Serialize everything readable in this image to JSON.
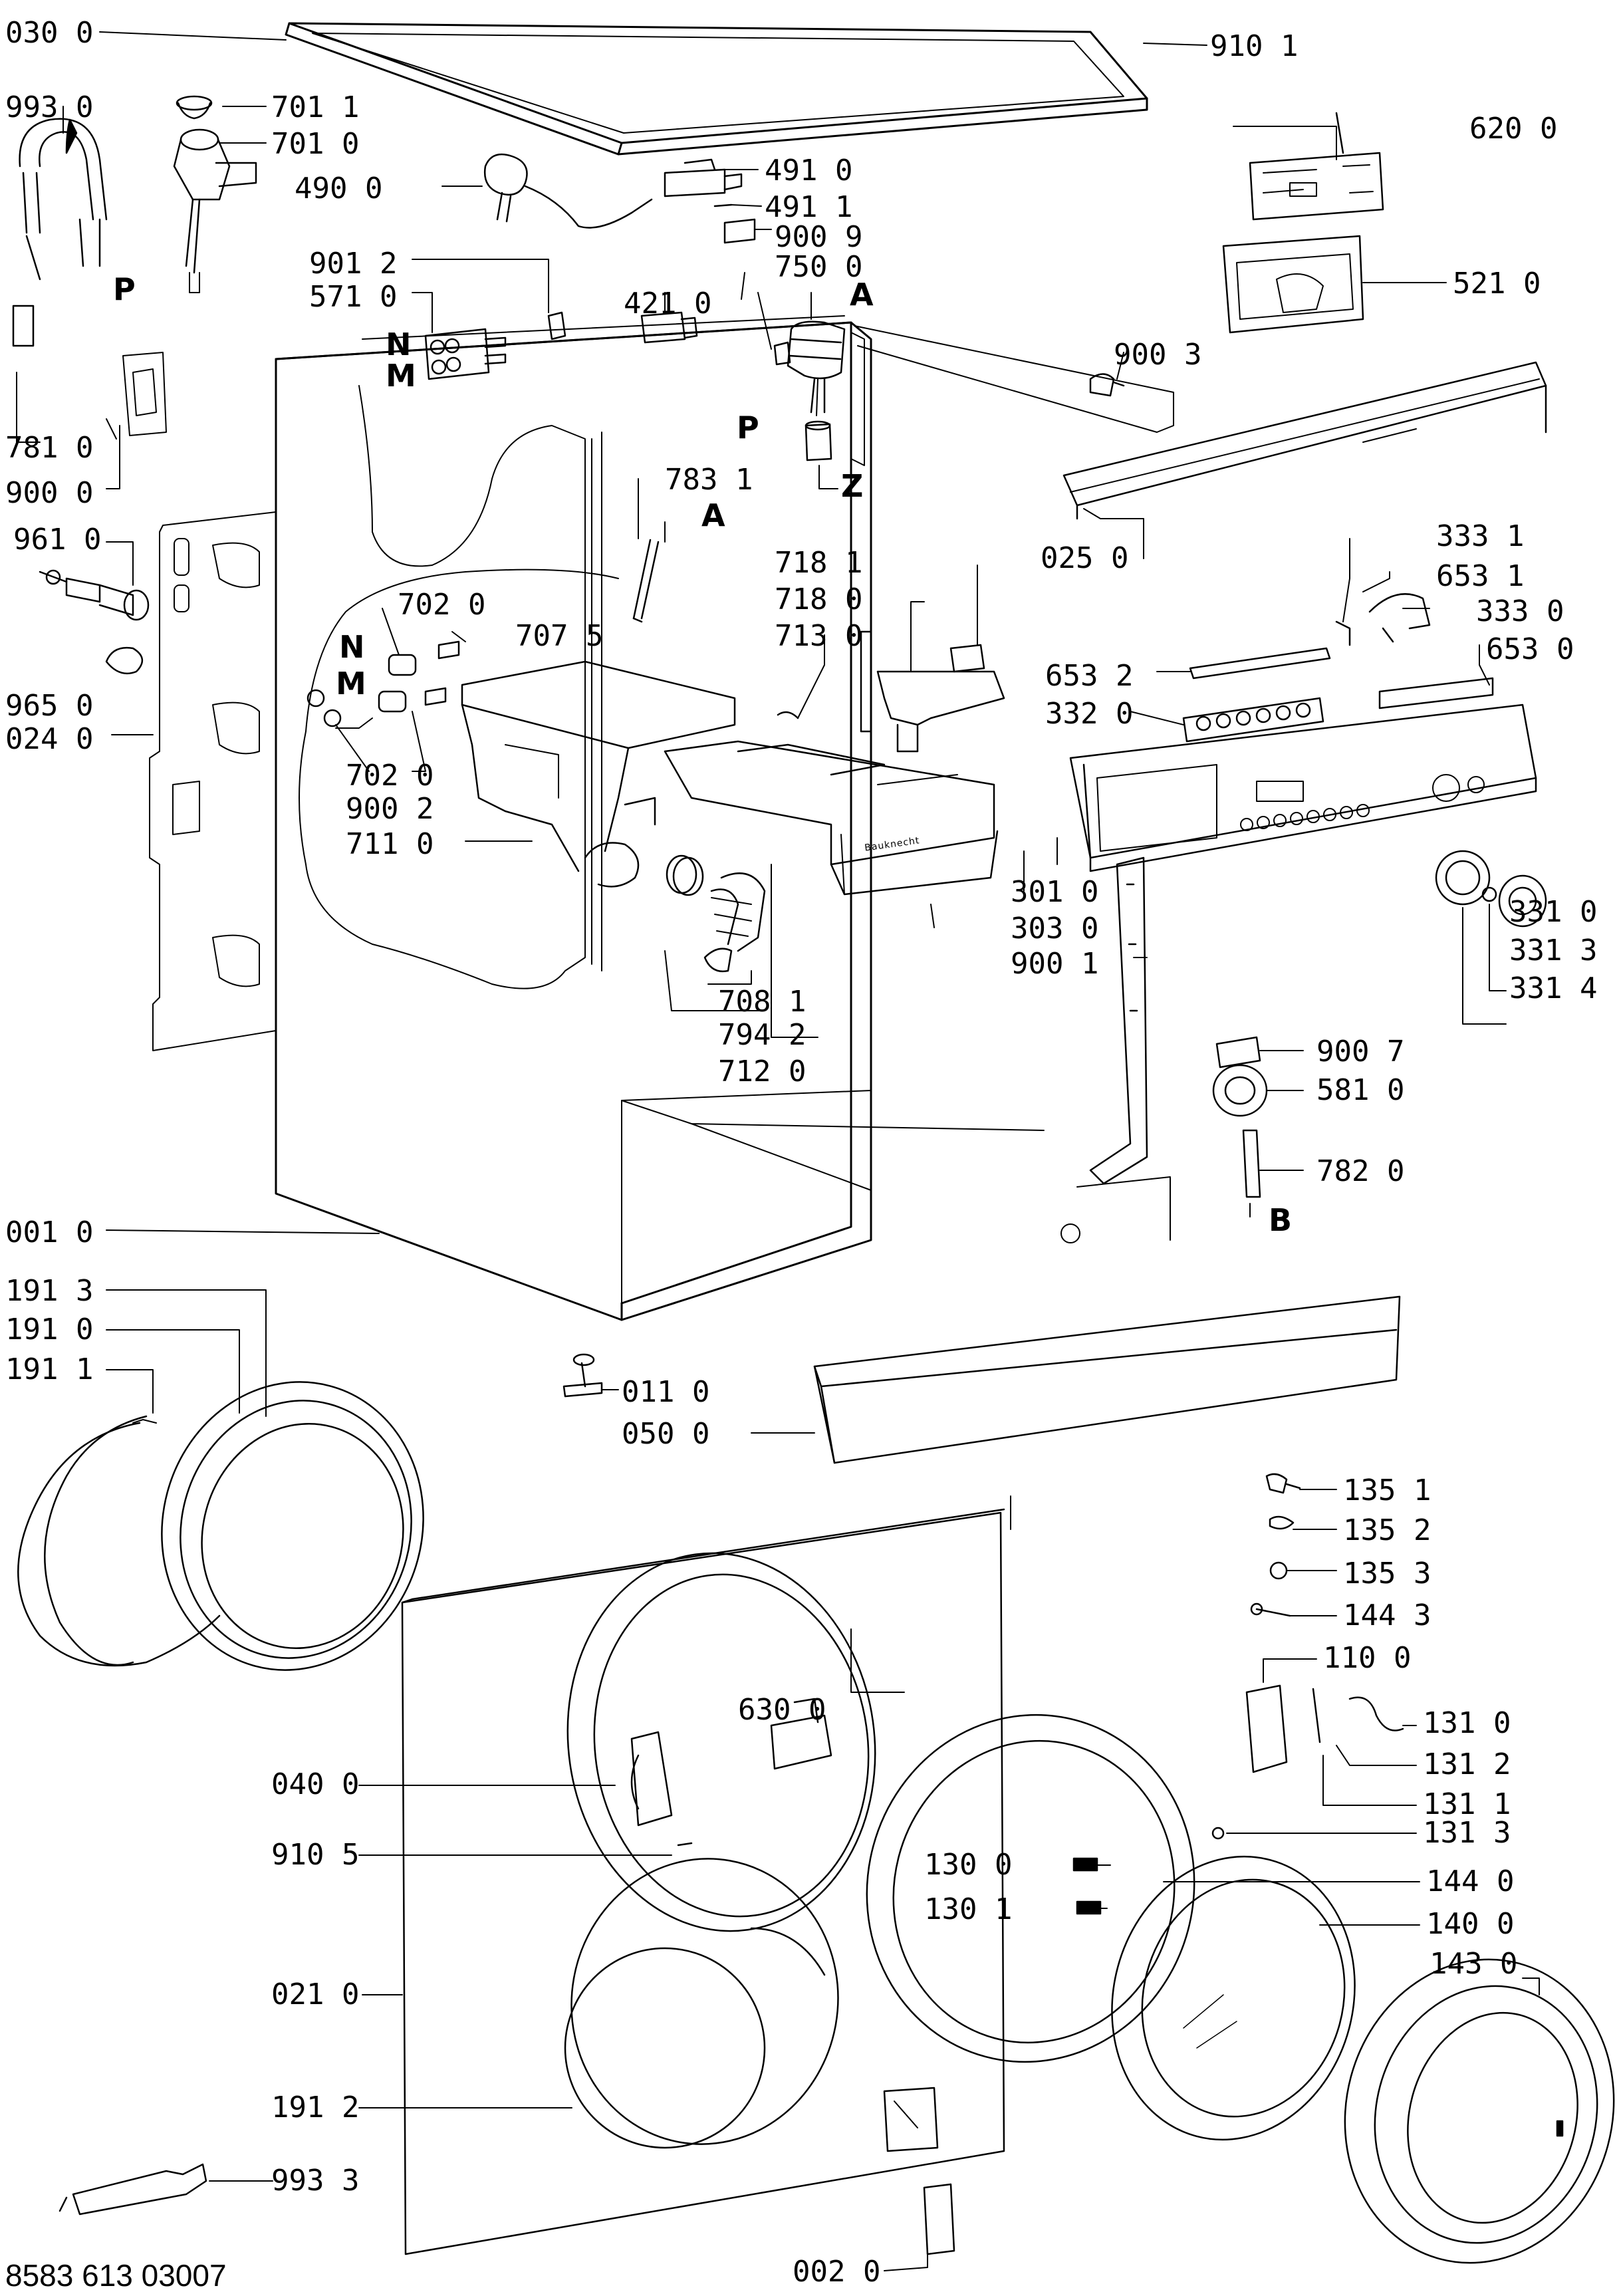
{
  "parts": [
    {
      "id": "p0300",
      "label": "030 0"
    },
    {
      "id": "p9101",
      "label": "910 1"
    },
    {
      "id": "p9930",
      "label": "993 0"
    },
    {
      "id": "p7011",
      "label": "701 1"
    },
    {
      "id": "p7010",
      "label": "701 0"
    },
    {
      "id": "p4900",
      "label": "490 0"
    },
    {
      "id": "p4910",
      "label": "491 0"
    },
    {
      "id": "p4911",
      "label": "491 1"
    },
    {
      "id": "p9009",
      "label": "900 9"
    },
    {
      "id": "p7500",
      "label": "750 0"
    },
    {
      "id": "p6200",
      "label": "620 0"
    },
    {
      "id": "p9012",
      "label": "901 2"
    },
    {
      "id": "p5710",
      "label": "571 0"
    },
    {
      "id": "p4210",
      "label": "421 0"
    },
    {
      "id": "p5210",
      "label": "521 0"
    },
    {
      "id": "p9003",
      "label": "900 3"
    },
    {
      "id": "p7810",
      "label": "781 0"
    },
    {
      "id": "p9000",
      "label": "900 0"
    },
    {
      "id": "p7831",
      "label": "783 1"
    },
    {
      "id": "p0250",
      "label": "025 0"
    },
    {
      "id": "p9610",
      "label": "961 0"
    },
    {
      "id": "p3331",
      "label": "333 1"
    },
    {
      "id": "p6531",
      "label": "653 1"
    },
    {
      "id": "p7181",
      "label": "718 1"
    },
    {
      "id": "p7180",
      "label": "718 0"
    },
    {
      "id": "p3330",
      "label": "333 0"
    },
    {
      "id": "p7020a",
      "label": "702 0"
    },
    {
      "id": "p7075",
      "label": "707 5"
    },
    {
      "id": "p7130",
      "label": "713 0"
    },
    {
      "id": "p6530",
      "label": "653 0"
    },
    {
      "id": "p6532",
      "label": "653 2"
    },
    {
      "id": "p9650",
      "label": "965 0"
    },
    {
      "id": "p3320",
      "label": "332 0"
    },
    {
      "id": "p0240",
      "label": "024 0"
    },
    {
      "id": "p7020b",
      "label": "702 0"
    },
    {
      "id": "p9002",
      "label": "900 2"
    },
    {
      "id": "p7110",
      "label": "711 0"
    },
    {
      "id": "p3010",
      "label": "301 0"
    },
    {
      "id": "p3030",
      "label": "303 0"
    },
    {
      "id": "p9001",
      "label": "900 1"
    },
    {
      "id": "p3310",
      "label": "331 0"
    },
    {
      "id": "p3313",
      "label": "331 3"
    },
    {
      "id": "p3314",
      "label": "331 4"
    },
    {
      "id": "p7081",
      "label": "708 1"
    },
    {
      "id": "p7942",
      "label": "794 2"
    },
    {
      "id": "p7120",
      "label": "712 0"
    },
    {
      "id": "p9007",
      "label": "900 7"
    },
    {
      "id": "p5810",
      "label": "581 0"
    },
    {
      "id": "p7820",
      "label": "782 0"
    },
    {
      "id": "p0010",
      "label": "001 0"
    },
    {
      "id": "p1913",
      "label": "191 3"
    },
    {
      "id": "p1910",
      "label": "191 0"
    },
    {
      "id": "p1911",
      "label": "191 1"
    },
    {
      "id": "p0110",
      "label": "011 0"
    },
    {
      "id": "p0500",
      "label": "050 0"
    },
    {
      "id": "p1351",
      "label": "135 1"
    },
    {
      "id": "p1352",
      "label": "135 2"
    },
    {
      "id": "p1353",
      "label": "135 3"
    },
    {
      "id": "p1443",
      "label": "144 3"
    },
    {
      "id": "p1100",
      "label": "110 0"
    },
    {
      "id": "p6300",
      "label": "630 0"
    },
    {
      "id": "p1310",
      "label": "131 0"
    },
    {
      "id": "p1312",
      "label": "131 2"
    },
    {
      "id": "p1311",
      "label": "131 1"
    },
    {
      "id": "p0400",
      "label": "040 0"
    },
    {
      "id": "p1313",
      "label": "131 3"
    },
    {
      "id": "p9105",
      "label": "910 5"
    },
    {
      "id": "p1300",
      "label": "130 0"
    },
    {
      "id": "p1440",
      "label": "144 0"
    },
    {
      "id": "p1301",
      "label": "130 1"
    },
    {
      "id": "p1400",
      "label": "140 0"
    },
    {
      "id": "p0210",
      "label": "021 0"
    },
    {
      "id": "p1430",
      "label": "143 0"
    },
    {
      "id": "p1912",
      "label": "191 2"
    },
    {
      "id": "p9933",
      "label": "993 3"
    },
    {
      "id": "p0020",
      "label": "002 0"
    }
  ],
  "letters": {
    "p_hose": "P",
    "n_valve": "N",
    "m_valve": "M",
    "a_pump": "A",
    "p_pump": "P",
    "z_pump": "Z",
    "a_rod": "A",
    "n_hose": "N",
    "m_hose": "M",
    "b_tube": "B"
  },
  "brand_text": "Bauknecht",
  "footer": "8583 613 03007"
}
